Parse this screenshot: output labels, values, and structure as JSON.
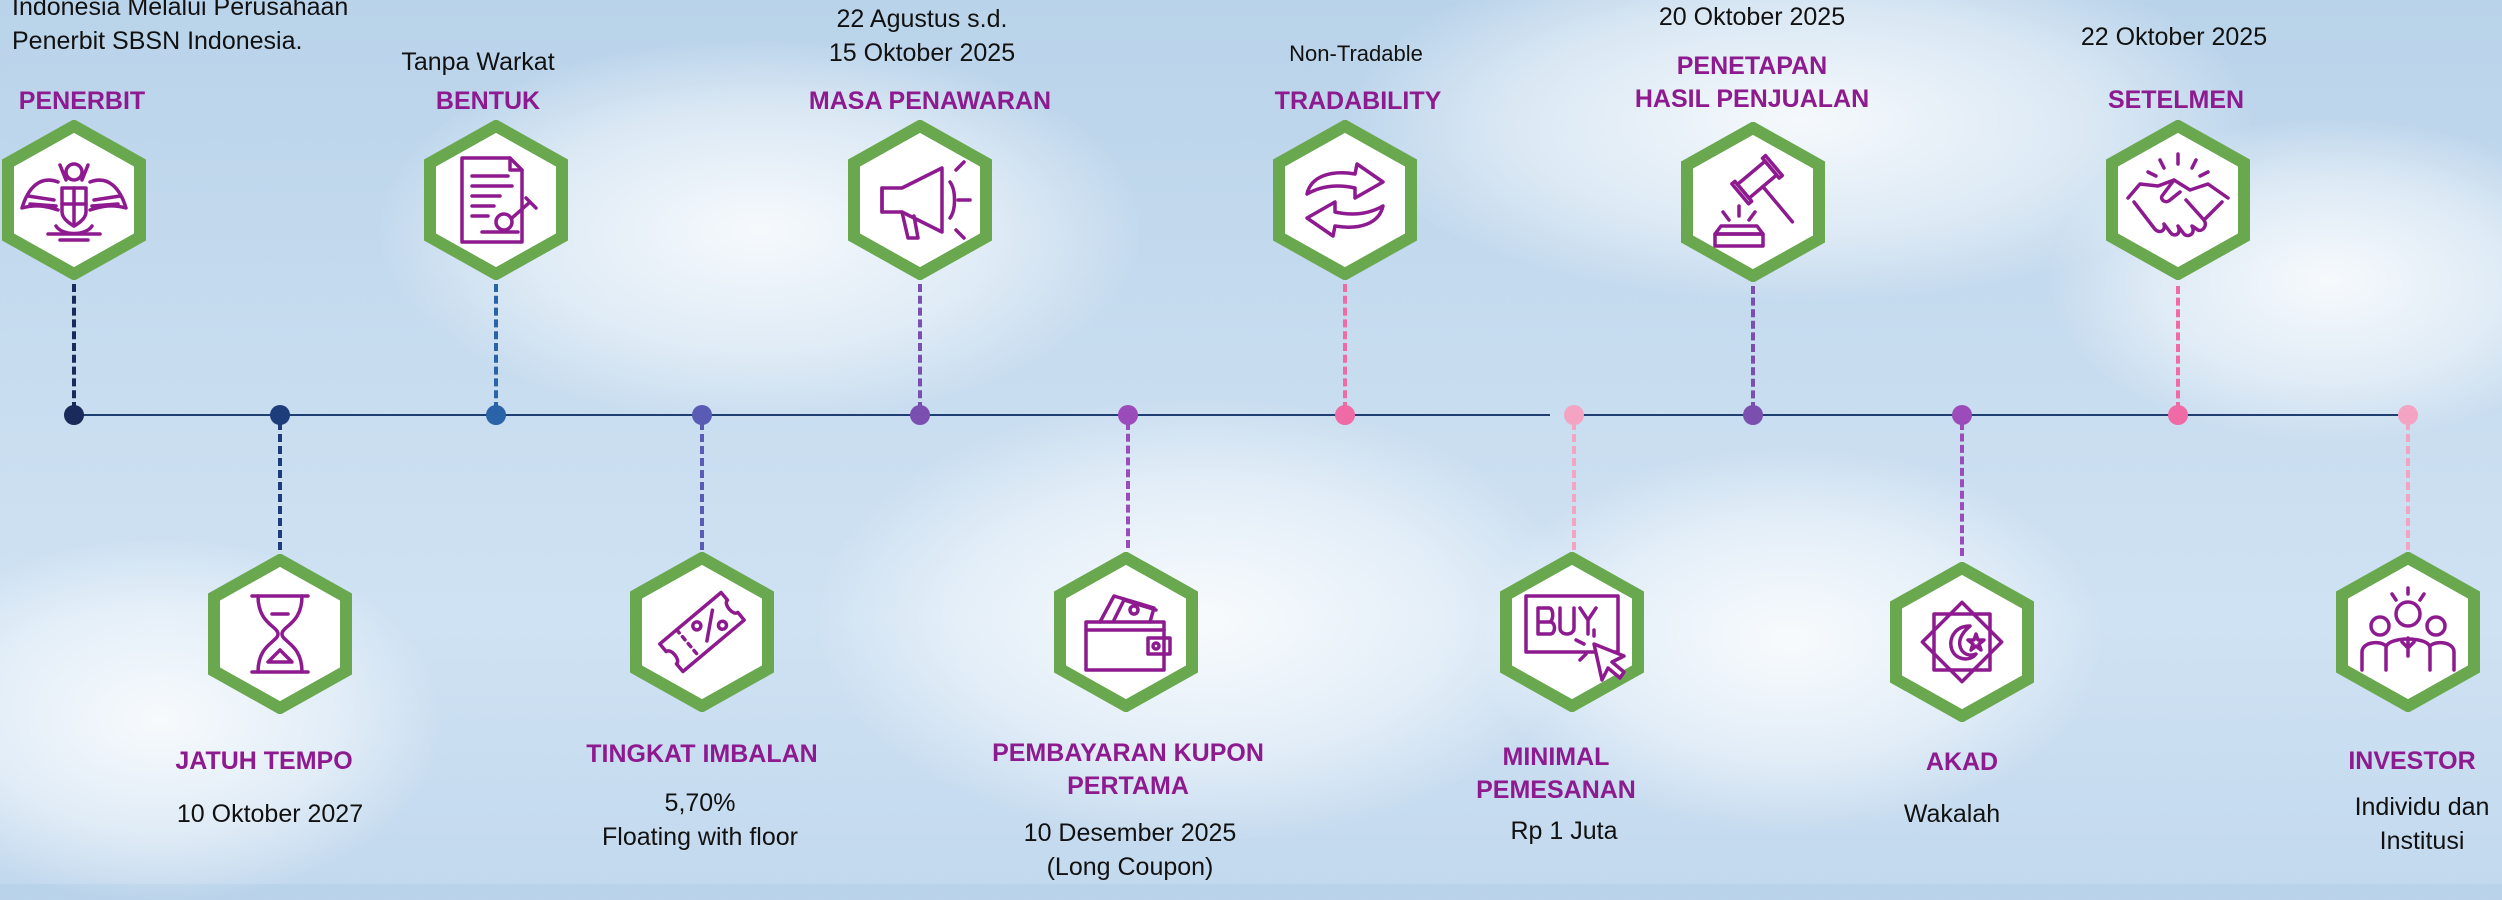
{
  "colors": {
    "hex_border": "#6aa84f",
    "icon": "#8e1a8f",
    "title": "#8e1a8f",
    "axis": "#1f3f73"
  },
  "items": [
    {
      "id": "penerbit",
      "title": "PENERBIT",
      "value_line1": "Indonesia Melalui Perusahaan",
      "value_line2": "Penerbit SBSN Indonesia.",
      "icon": "garuda-emblem-icon",
      "marker_color": "#1a2a5a"
    },
    {
      "id": "jatuh-tempo",
      "title": "JATUH TEMPO",
      "value_line1": "10 Oktober 2027",
      "icon": "hourglass-icon",
      "marker_color": "#1d3d7a"
    },
    {
      "id": "bentuk",
      "title": "BENTUK",
      "value_line1": "Tanpa Warkat",
      "icon": "document-stamp-icon",
      "marker_color": "#2a63a8"
    },
    {
      "id": "tingkat-imbalan",
      "title": "TINGKAT IMBALAN",
      "value_line1": "5,70%",
      "value_line2": "Floating with floor",
      "icon": "percent-ticket-icon",
      "marker_color": "#5a5bb5"
    },
    {
      "id": "masa-penawaran",
      "title": "MASA PENAWARAN",
      "value_line1": "22 Agustus s.d.",
      "value_line2": "15 Oktober 2025",
      "icon": "megaphone-icon",
      "marker_color": "#7b4fb0"
    },
    {
      "id": "pembayaran-kupon",
      "title_line1": "PEMBAYARAN KUPON",
      "title_line2": "PERTAMA",
      "value_line1": "10 Desember 2025",
      "value_line2": "(Long Coupon)",
      "icon": "wallet-icon",
      "marker_color": "#9b4cba"
    },
    {
      "id": "tradability",
      "title": "TRADABILITY",
      "value_line1": "Non-Tradable",
      "icon": "exchange-arrows-icon",
      "marker_color": "#f06aa5"
    },
    {
      "id": "minimal-pemesanan",
      "title_line1": "MINIMAL",
      "title_line2": "PEMESANAN",
      "value_line1": "Rp 1 Juta",
      "icon": "buy-click-icon",
      "marker_color": "#f5a3c3"
    },
    {
      "id": "penetapan",
      "title_line1": "PENETAPAN",
      "title_line2": "HASIL PENJUALAN",
      "value_line1": "20 Oktober 2025",
      "icon": "gavel-icon",
      "marker_color": "#7b4fb0"
    },
    {
      "id": "akad",
      "title": "AKAD",
      "value_line1": "Wakalah",
      "icon": "islamic-ornament-icon",
      "marker_color": "#9b4cba"
    },
    {
      "id": "setelmen",
      "title": "SETELMEN",
      "value_line1": "22 Oktober 2025",
      "icon": "handshake-icon",
      "marker_color": "#f06aa5"
    },
    {
      "id": "investor",
      "title": "INVESTOR",
      "value_line1": "Individu dan",
      "value_line2": "Institusi",
      "icon": "people-group-icon",
      "marker_color": "#f5a3c3"
    }
  ]
}
